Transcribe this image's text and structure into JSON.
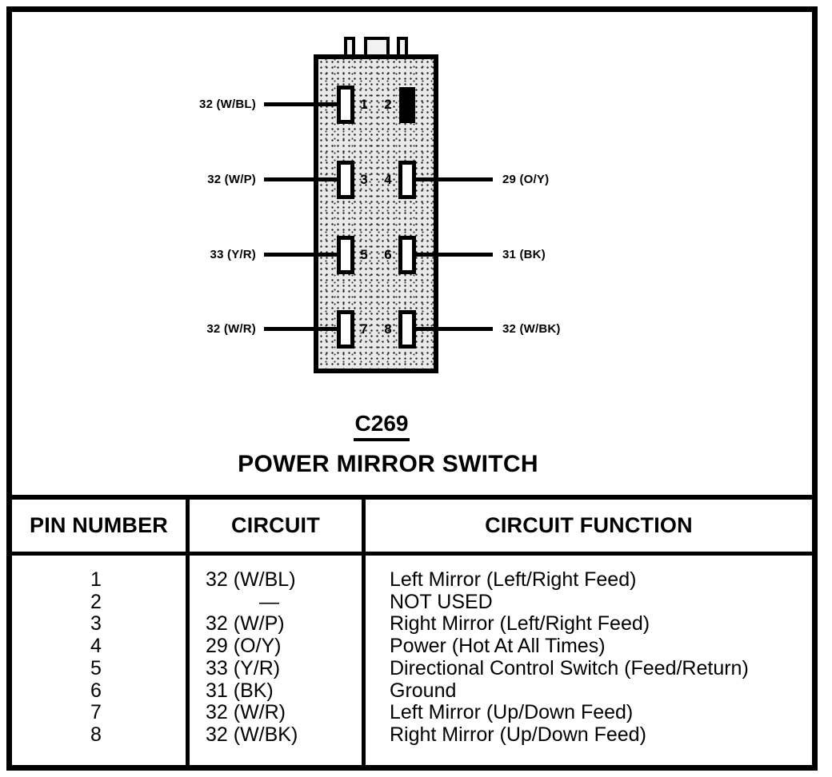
{
  "connector": {
    "id": "C269",
    "name": "POWER MIRROR SWITCH",
    "rows": [
      {
        "left_pin": "1",
        "right_pin": "2",
        "left_wire": "32 (W/BL)",
        "right_wire": null,
        "right_pin_filled": true
      },
      {
        "left_pin": "3",
        "right_pin": "4",
        "left_wire": "32 (W/P)",
        "right_wire": "29 (O/Y)",
        "right_pin_filled": false
      },
      {
        "left_pin": "5",
        "right_pin": "6",
        "left_wire": "33 (Y/R)",
        "right_wire": "31 (BK)",
        "right_pin_filled": false
      },
      {
        "left_pin": "7",
        "right_pin": "8",
        "left_wire": "32 (W/R)",
        "right_wire": "32 (W/BK)",
        "right_pin_filled": false
      }
    ]
  },
  "table": {
    "headers": [
      "PIN NUMBER",
      "CIRCUIT",
      "CIRCUIT FUNCTION"
    ],
    "rows": [
      {
        "pin": "1",
        "circuit": "32 (W/BL)",
        "function": "Left Mirror (Left/Right Feed)"
      },
      {
        "pin": "2",
        "circuit": "—",
        "function": "NOT USED"
      },
      {
        "pin": "3",
        "circuit": "32 (W/P)",
        "function": "Right Mirror (Left/Right Feed)"
      },
      {
        "pin": "4",
        "circuit": "29 (O/Y)",
        "function": "Power (Hot At All Times)"
      },
      {
        "pin": "5",
        "circuit": "33 (Y/R)",
        "function": "Directional Control Switch (Feed/Return)"
      },
      {
        "pin": "6",
        "circuit": "31 (BK)",
        "function": "Ground"
      },
      {
        "pin": "7",
        "circuit": "32 (W/R)",
        "function": "Left Mirror (Up/Down Feed)"
      },
      {
        "pin": "8",
        "circuit": "32 (W/BK)",
        "function": "Right Mirror (Up/Down Feed)"
      }
    ]
  },
  "colors": {
    "ink": "#000000",
    "paper": "#ffffff",
    "connector_fill": "#e9e9e9"
  }
}
